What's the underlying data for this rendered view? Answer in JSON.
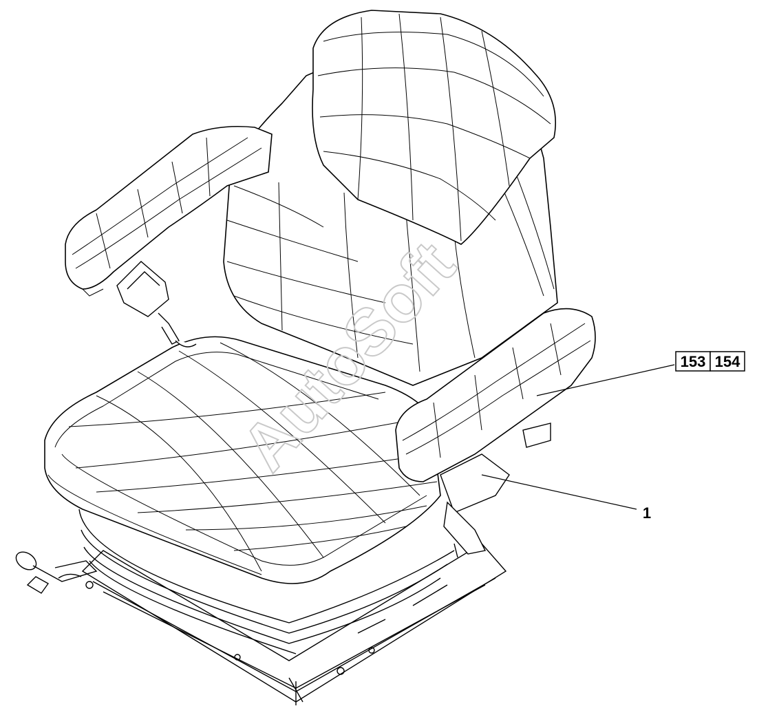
{
  "diagram": {
    "watermark": "AutoSoft",
    "callouts": [
      {
        "id": "armrest-ref-a",
        "label": "153"
      },
      {
        "id": "armrest-ref-b",
        "label": "154"
      },
      {
        "id": "lever-ref",
        "label": "1"
      }
    ]
  },
  "colors": {
    "line": "#000000",
    "watermark": "#c9c9c9",
    "background": "#ffffff"
  }
}
